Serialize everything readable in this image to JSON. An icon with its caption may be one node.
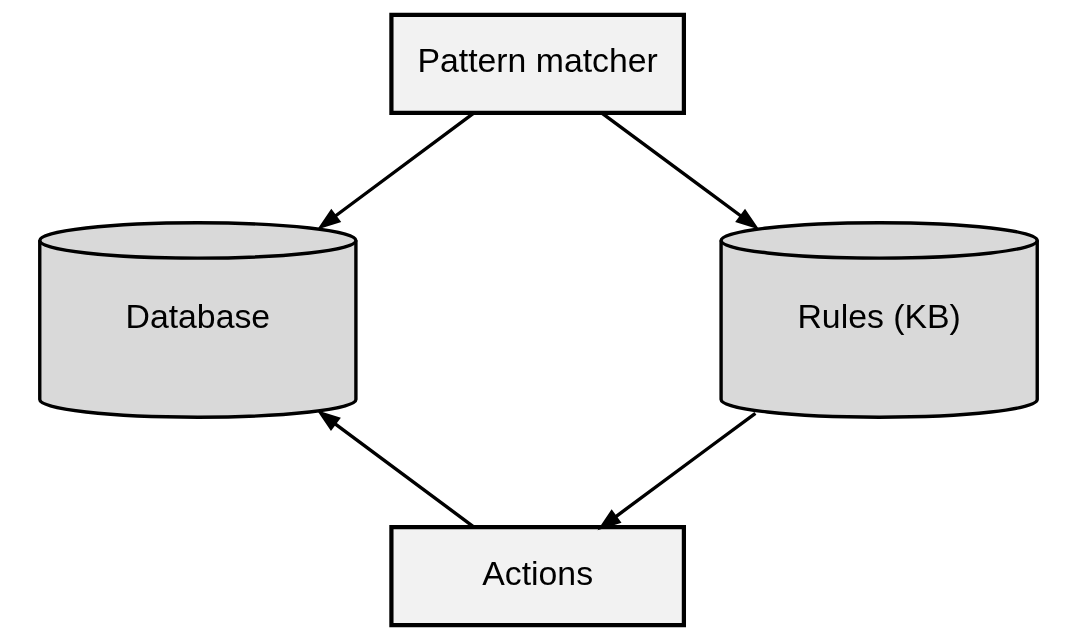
{
  "diagram": {
    "nodes": [
      {
        "text": [
          "Pattern matcher"
        ]
      },
      {
        "text": [
          "Database"
        ]
      },
      {
        "text": [
          "Rules (KB)"
        ]
      },
      {
        "text": [
          "Actions"
        ]
      }
    ],
    "edges": [
      {
        "from": 0,
        "to": 1,
        "arrow": "to"
      },
      {
        "from": 0,
        "to": 2,
        "arrow": "to"
      },
      {
        "from": 2,
        "to": 3,
        "arrow": "to"
      },
      {
        "from": 3,
        "to": 1,
        "arrow": "to"
      }
    ]
  }
}
